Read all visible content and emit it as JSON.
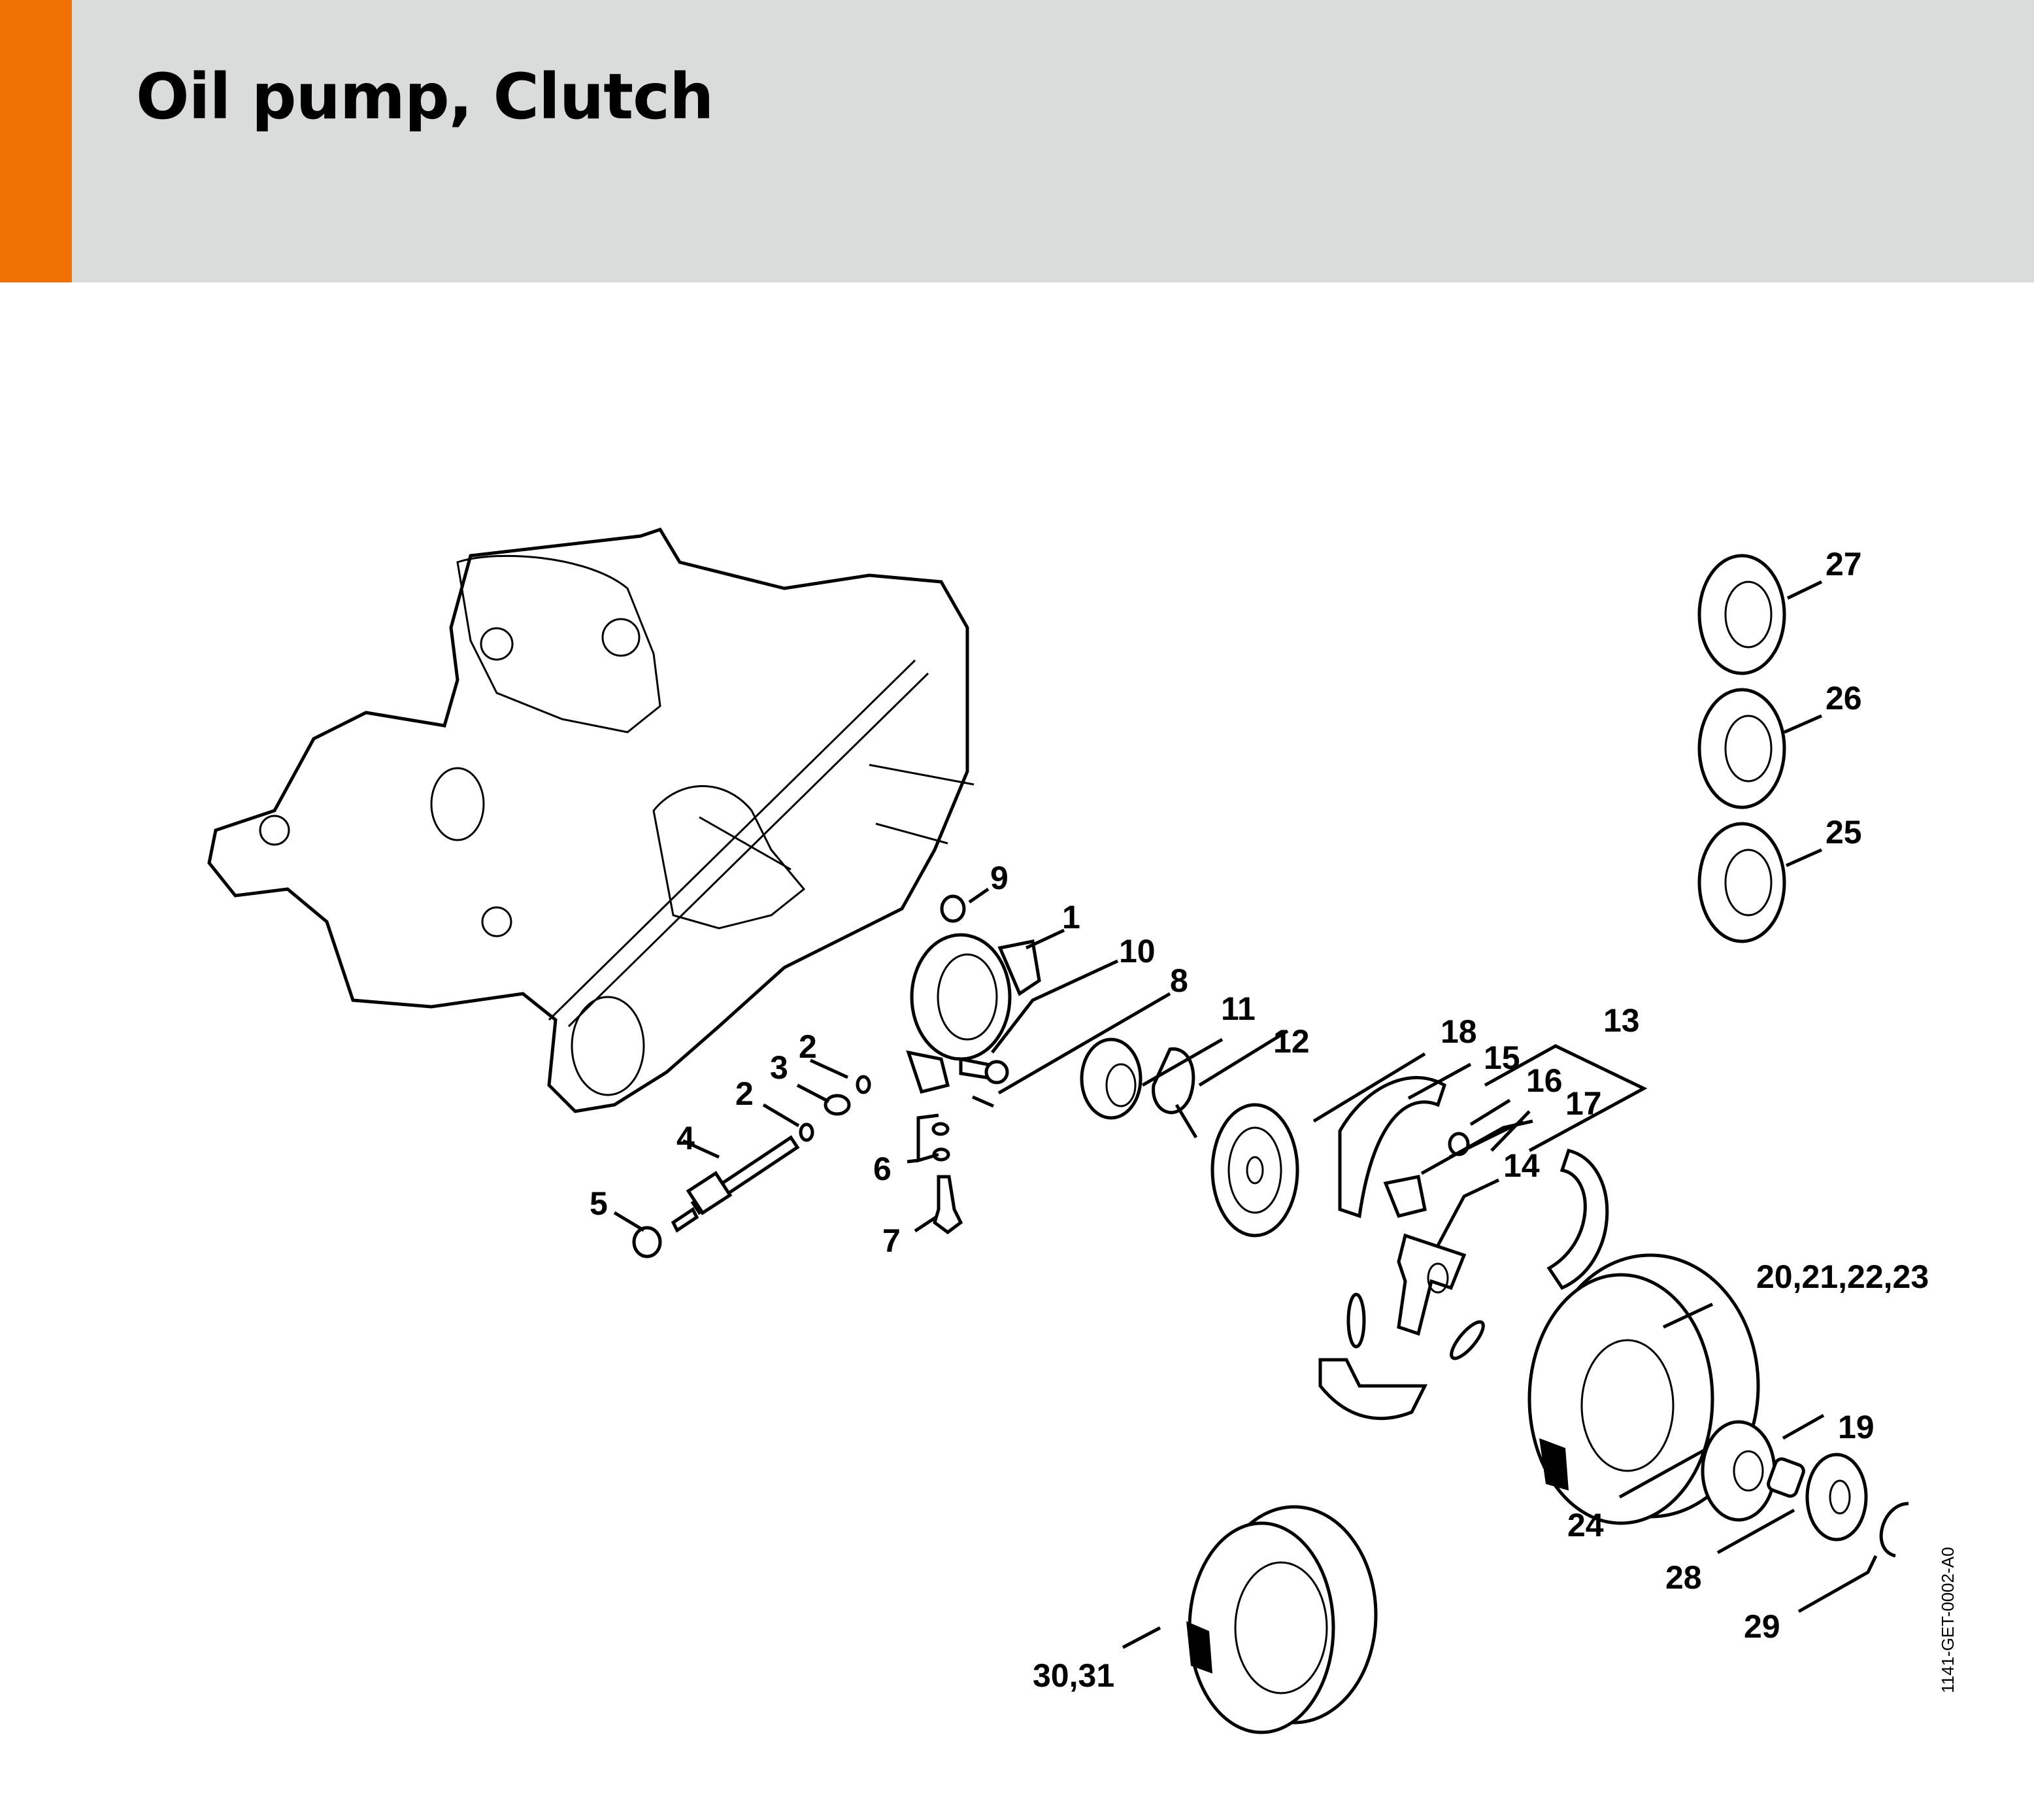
{
  "header": {
    "title": "Oil pump, Clutch",
    "accent_color": "#ef7102",
    "background_color": "#dadcdb"
  },
  "diagram": {
    "document_id": "1141-GET-0002-A0",
    "callouts": [
      {
        "id": "c1",
        "label": "1"
      },
      {
        "id": "c2a",
        "label": "2"
      },
      {
        "id": "c2b",
        "label": "2"
      },
      {
        "id": "c3",
        "label": "3"
      },
      {
        "id": "c4",
        "label": "4"
      },
      {
        "id": "c5",
        "label": "5"
      },
      {
        "id": "c6",
        "label": "6"
      },
      {
        "id": "c7",
        "label": "7"
      },
      {
        "id": "c8",
        "label": "8"
      },
      {
        "id": "c9",
        "label": "9"
      },
      {
        "id": "c10",
        "label": "10"
      },
      {
        "id": "c11",
        "label": "11"
      },
      {
        "id": "c12",
        "label": "12"
      },
      {
        "id": "c13",
        "label": "13"
      },
      {
        "id": "c14",
        "label": "14"
      },
      {
        "id": "c15",
        "label": "15"
      },
      {
        "id": "c16",
        "label": "16"
      },
      {
        "id": "c17",
        "label": "17"
      },
      {
        "id": "c18",
        "label": "18"
      },
      {
        "id": "c19",
        "label": "19"
      },
      {
        "id": "c20",
        "label": "20,21,22,23"
      },
      {
        "id": "c24",
        "label": "24"
      },
      {
        "id": "c25",
        "label": "25"
      },
      {
        "id": "c26",
        "label": "26"
      },
      {
        "id": "c27",
        "label": "27"
      },
      {
        "id": "c28",
        "label": "28"
      },
      {
        "id": "c29",
        "label": "29"
      },
      {
        "id": "c30",
        "label": "30,31"
      }
    ]
  }
}
